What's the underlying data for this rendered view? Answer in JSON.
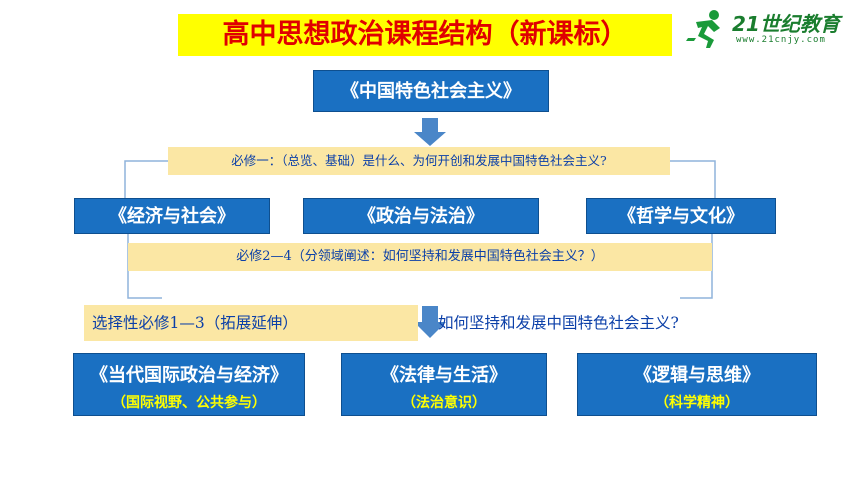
{
  "title": "高中思想政治课程结构（新课标）",
  "logo": {
    "main": "21世纪教育",
    "sub": "www.21cnjy.com",
    "runner": "runner-icon"
  },
  "top_box": "《中国特色社会主义》",
  "compulsory_1_question": "必修一：（总览、基础）是什么、为何开创和发展中国特色社会主义?",
  "compulsory_boxes": [
    "《经济与社会》",
    "《政治与法治》",
    "《哲学与文化》"
  ],
  "compulsory_2_4_question": "必修2—4（分领域阐述：如何坚持和发展中国特色社会主义？）",
  "elective_label": "选择性必修1—3（拓展延伸）",
  "elective_question": "如何坚持和发展中国特色社会主义?",
  "elective_boxes": [
    {
      "title": "《当代国际政治与经济》",
      "subtitle": "（国际视野、公共参与）"
    },
    {
      "title": "《法律与生活》",
      "subtitle": "（法治意识）"
    },
    {
      "title": "《逻辑与思维》",
      "subtitle": "（科学精神）"
    }
  ],
  "colors": {
    "box": "#1a70c2",
    "question_bg": "#fbe7a4",
    "title_bg": "#ffff00",
    "title_text": "#e00000",
    "arrow": "#4a86c8"
  }
}
